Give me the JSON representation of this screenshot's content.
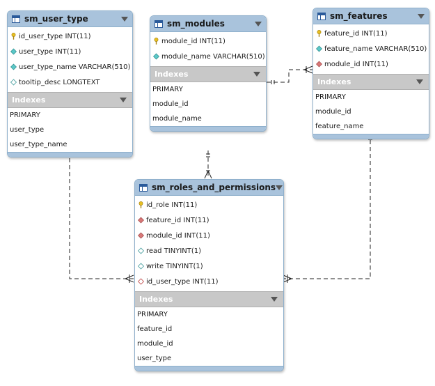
{
  "tables": {
    "user_type": {
      "name": "sm_user_type",
      "columns": [
        {
          "label": "id_user_type INT(11)",
          "icon": "key-icon"
        },
        {
          "label": "user_type INT(11)",
          "icon": "diamond-filled-icon"
        },
        {
          "label": "user_type_name VARCHAR(510)",
          "icon": "diamond-filled-icon"
        },
        {
          "label": "tooltip_desc LONGTEXT",
          "icon": "diamond-empty-icon"
        }
      ],
      "indexes_label": "Indexes",
      "indexes": [
        "PRIMARY",
        "user_type",
        "user_type_name"
      ]
    },
    "modules": {
      "name": "sm_modules",
      "columns": [
        {
          "label": "module_id INT(11)",
          "icon": "key-icon"
        },
        {
          "label": "module_name VARCHAR(510)",
          "icon": "diamond-filled-icon"
        }
      ],
      "indexes_label": "Indexes",
      "indexes": [
        "PRIMARY",
        "module_id",
        "module_name"
      ]
    },
    "features": {
      "name": "sm_features",
      "columns": [
        {
          "label": "feature_id INT(11)",
          "icon": "key-icon"
        },
        {
          "label": "feature_name VARCHAR(510)",
          "icon": "diamond-filled-icon"
        },
        {
          "label": "module_id INT(11)",
          "icon": "foreign-key-icon"
        }
      ],
      "indexes_label": "Indexes",
      "indexes": [
        "PRIMARY",
        "module_id",
        "feature_name"
      ]
    },
    "roles": {
      "name": "sm_roles_and_permissions",
      "columns": [
        {
          "label": "id_role INT(11)",
          "icon": "key-icon"
        },
        {
          "label": "feature_id INT(11)",
          "icon": "foreign-key-icon"
        },
        {
          "label": "module_id INT(11)",
          "icon": "foreign-key-icon"
        },
        {
          "label": "read TINYINT(1)",
          "icon": "diamond-empty-icon"
        },
        {
          "label": "write TINYINT(1)",
          "icon": "diamond-empty-icon"
        },
        {
          "label": "id_user_type INT(11)",
          "icon": "foreign-key-empty-icon"
        }
      ],
      "indexes_label": "Indexes",
      "indexes": [
        "PRIMARY",
        "feature_id",
        "module_id",
        "user_type"
      ]
    }
  },
  "colors": {
    "header": "#a9c3dc",
    "index_header": "#c8c8c8",
    "key": "#e8c020",
    "column": "#5cc8c8",
    "foreign_key": "#d87878",
    "connector": "#222222"
  }
}
